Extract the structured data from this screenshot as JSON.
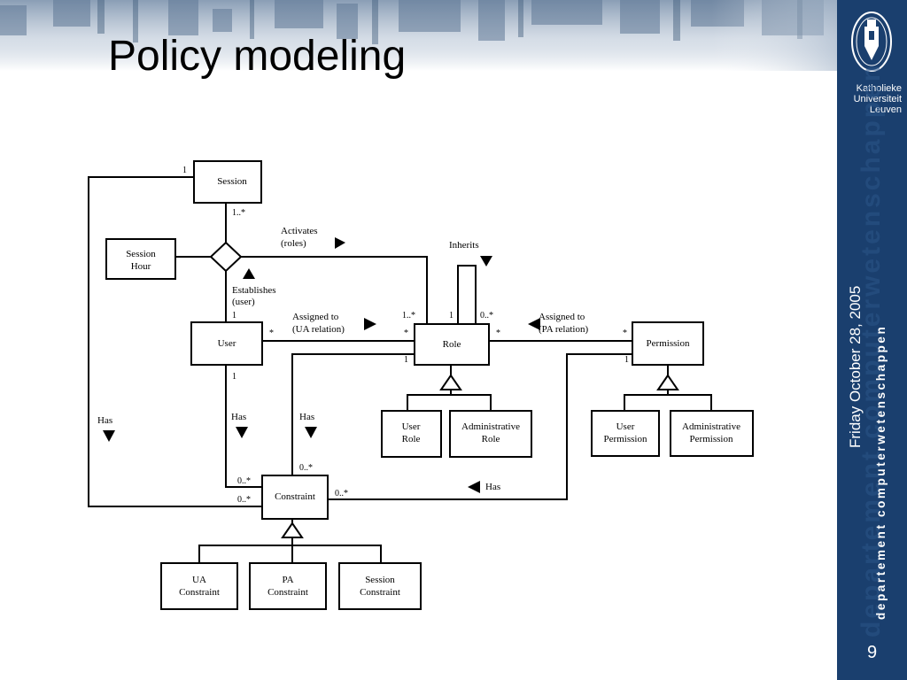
{
  "slide": {
    "title": "Policy modeling",
    "date": "Friday October 28, 2005",
    "page_number": "9"
  },
  "sidebar": {
    "university": [
      "Katholieke",
      "Universiteit",
      "Leuven"
    ],
    "department": "departement computerwetenschappen"
  },
  "diagram": {
    "boxes": {
      "session": [
        "Session"
      ],
      "session_hour": [
        "Session",
        "Hour"
      ],
      "user": [
        "User"
      ],
      "role": [
        "Role"
      ],
      "permission": [
        "Permission"
      ],
      "user_role": [
        "User",
        "Role"
      ],
      "admin_role": [
        "Administrative",
        "Role"
      ],
      "user_permission": [
        "User",
        "Permission"
      ],
      "admin_permission": [
        "Administrative",
        "Permission"
      ],
      "constraint": [
        "Constraint"
      ],
      "ua_constraint": [
        "UA",
        "Constraint"
      ],
      "pa_constraint": [
        "PA",
        "Constraint"
      ],
      "session_constraint": [
        "Session",
        "Constraint"
      ]
    },
    "labels": {
      "activates": [
        "Activates",
        "(roles)"
      ],
      "establishes": [
        "Establishes",
        "(user)"
      ],
      "inherits": "Inherits",
      "assigned_ua": [
        "Assigned to",
        "(UA relation)"
      ],
      "assigned_pa": [
        "Assigned to",
        "(PA relation)"
      ],
      "has_left": "Has",
      "has_user": "Has",
      "has_role": "Has",
      "has_perm": "Has"
    },
    "multiplicities": {
      "session_1": "1",
      "session_1n": "1..*",
      "user_top_1": "1",
      "user_right_star": "*",
      "user_bottom_1": "1",
      "role_left_1n": "1..*",
      "role_left_star": "*",
      "role_top_1": "1",
      "role_top_0n": "0..*",
      "role_right_star": "*",
      "role_bottom_1": "1",
      "perm_star": "*",
      "perm_1": "1",
      "constraint_top_0n": "0..*",
      "constraint_left_0n_a": "0..*",
      "constraint_left_0n_b": "0..*",
      "constraint_right_0n": "0..*"
    }
  },
  "colors": {
    "sidebar": "#1a3f6e",
    "text": "#000000",
    "sidebar_text": "#ffffff"
  }
}
